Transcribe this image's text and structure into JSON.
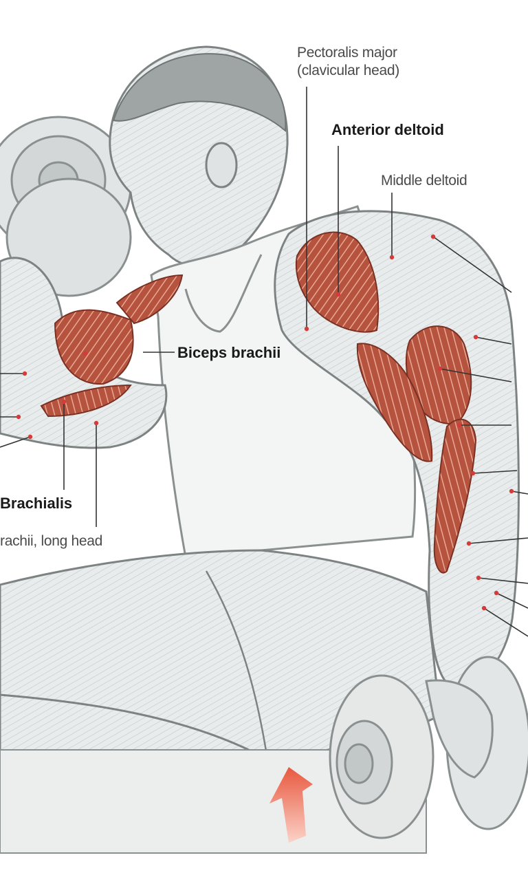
{
  "labels": {
    "pectoralis_major_line1": "Pectoralis major",
    "pectoralis_major_line2": "(clavicular head)",
    "anterior_deltoid": "Anterior deltoid",
    "middle_deltoid": "Middle deltoid",
    "biceps_brachii": "Biceps brachii",
    "brachialis": "Brachialis",
    "triceps_long_head_partial": "rachii, long head"
  },
  "colors": {
    "muscle": "#b5533f",
    "muscle_light": "#d98a72",
    "sketch": "#b8bcbc",
    "pointer_dot": "#d63b3b",
    "arrow": "#e8583f"
  }
}
